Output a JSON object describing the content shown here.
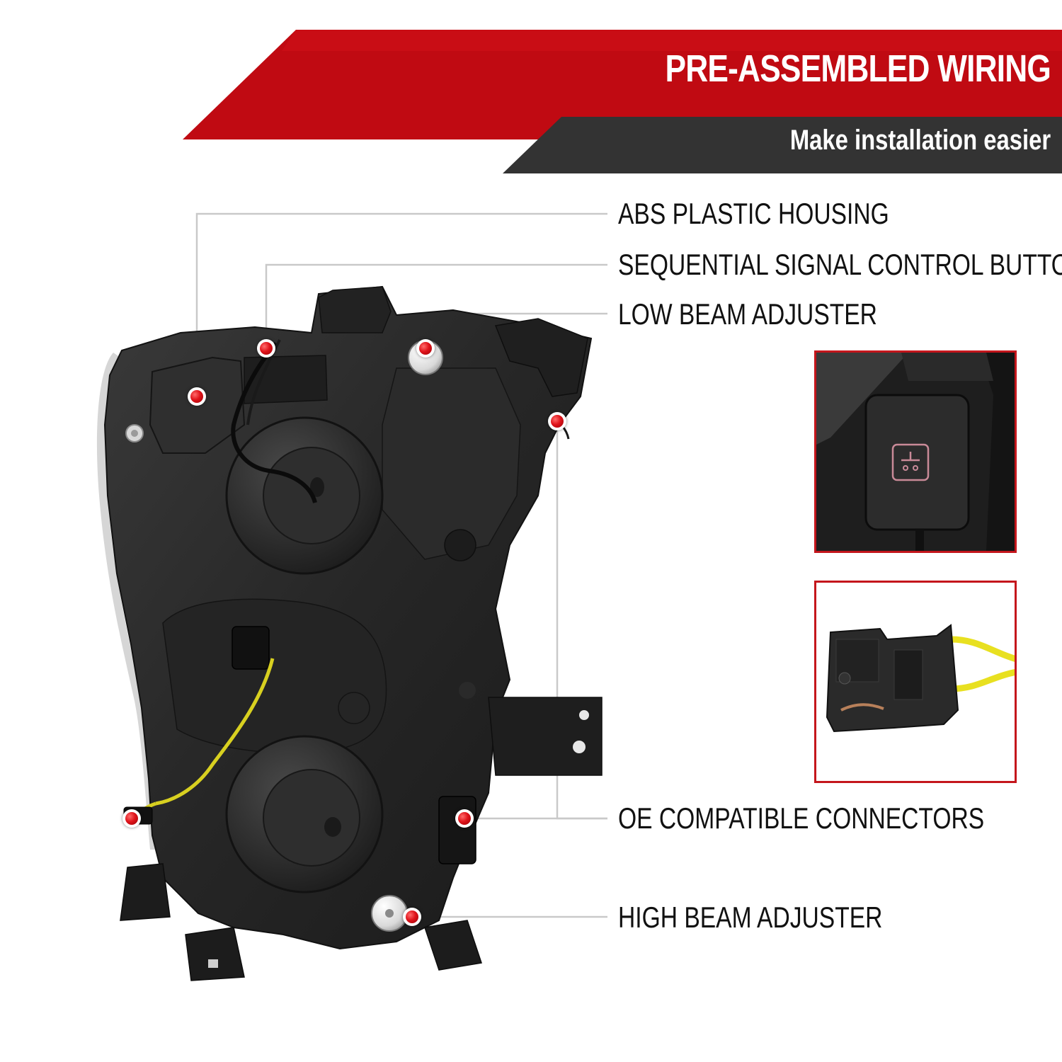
{
  "banner": {
    "headline": "PRE-ASSEMBLED WIRING",
    "subheadline": "Make installation easier",
    "accent_color": "#c00a12",
    "dark_color": "#333333"
  },
  "callouts": [
    {
      "label": "ABS PLASTIC HOUSING"
    },
    {
      "label": "SEQUENTIAL SIGNAL CONTROL BUTTON"
    },
    {
      "label": "LOW BEAM ADJUSTER"
    },
    {
      "label": "OE COMPATIBLE CONNECTORS"
    },
    {
      "label": "HIGH BEAM ADJUSTER"
    }
  ],
  "insets": [
    {
      "subject": "sequential signal control button close-up",
      "border_color": "#c4161c"
    },
    {
      "subject": "OE compatible connector close-up",
      "border_color": "#c4161c"
    }
  ],
  "icons": {
    "marker": "red-dot-marker-icon",
    "button_glyph": "signal-button-icon"
  }
}
